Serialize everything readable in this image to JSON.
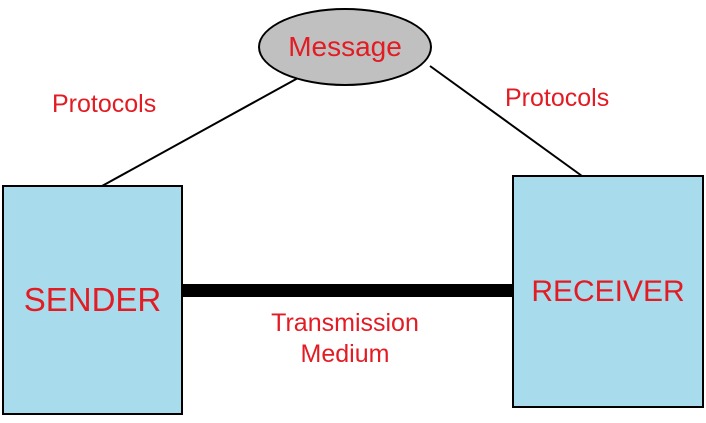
{
  "diagram": {
    "title_implicit": "Data communication components",
    "message": {
      "label": "Message"
    },
    "sender": {
      "label": "SENDER"
    },
    "receiver": {
      "label": "RECEIVER"
    },
    "protocols_left": {
      "label": "Protocols"
    },
    "protocols_right": {
      "label": "Protocols"
    },
    "transmission_medium": {
      "label": "Transmission Medium"
    }
  },
  "colors": {
    "text_accent": "#e31b23",
    "node_fill": "#a8dcec",
    "ellipse_fill": "#c0c0c0",
    "line": "#000000",
    "background": "#ffffff"
  }
}
